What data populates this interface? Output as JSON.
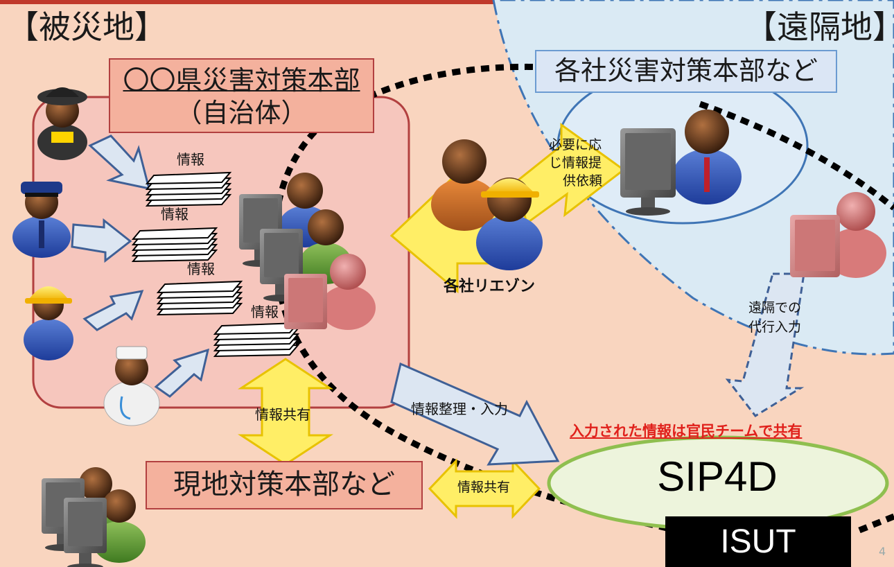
{
  "headings": {
    "disaster_area": "【被災地】",
    "remote_area": "【遠隔地】"
  },
  "prefecture_hq": {
    "line1": "〇〇県災害対策本部",
    "line2": "（自治体）"
  },
  "company_hq": "各社災害対策本部など",
  "local_hq": "現地対策本部など",
  "liaison_label": "各社リエゾン",
  "info_labels": [
    "情報",
    "情報",
    "情報",
    "情報"
  ],
  "request_label": [
    "必要に応",
    "じ情報提",
    "供依頼"
  ],
  "remote_entry_label": [
    "遠隔での",
    "代行入力"
  ],
  "share_label_vertical": "情報共有",
  "share_label_horizontal": "情報共有",
  "organize_label": "情報整理・入力",
  "shared_notice": "入力された情報は官民チームで共有",
  "system_name": "SIP4D",
  "team_name": "ISUT",
  "page_number": "4",
  "colors": {
    "disaster_bg": "#f9d5bf",
    "remote_bg": "#daeaf4",
    "box_fill": "#f4b19d",
    "box_border": "#b24040",
    "notice_red": "#e0201b",
    "arrow_blue": "#dce6f2",
    "arrow_yellow": "#ffee66"
  },
  "icons": [
    "firefighter-icon",
    "police-icon",
    "worker-icon",
    "medic-icon",
    "operator-icon",
    "liaison-icon",
    "document-stack-icon"
  ]
}
